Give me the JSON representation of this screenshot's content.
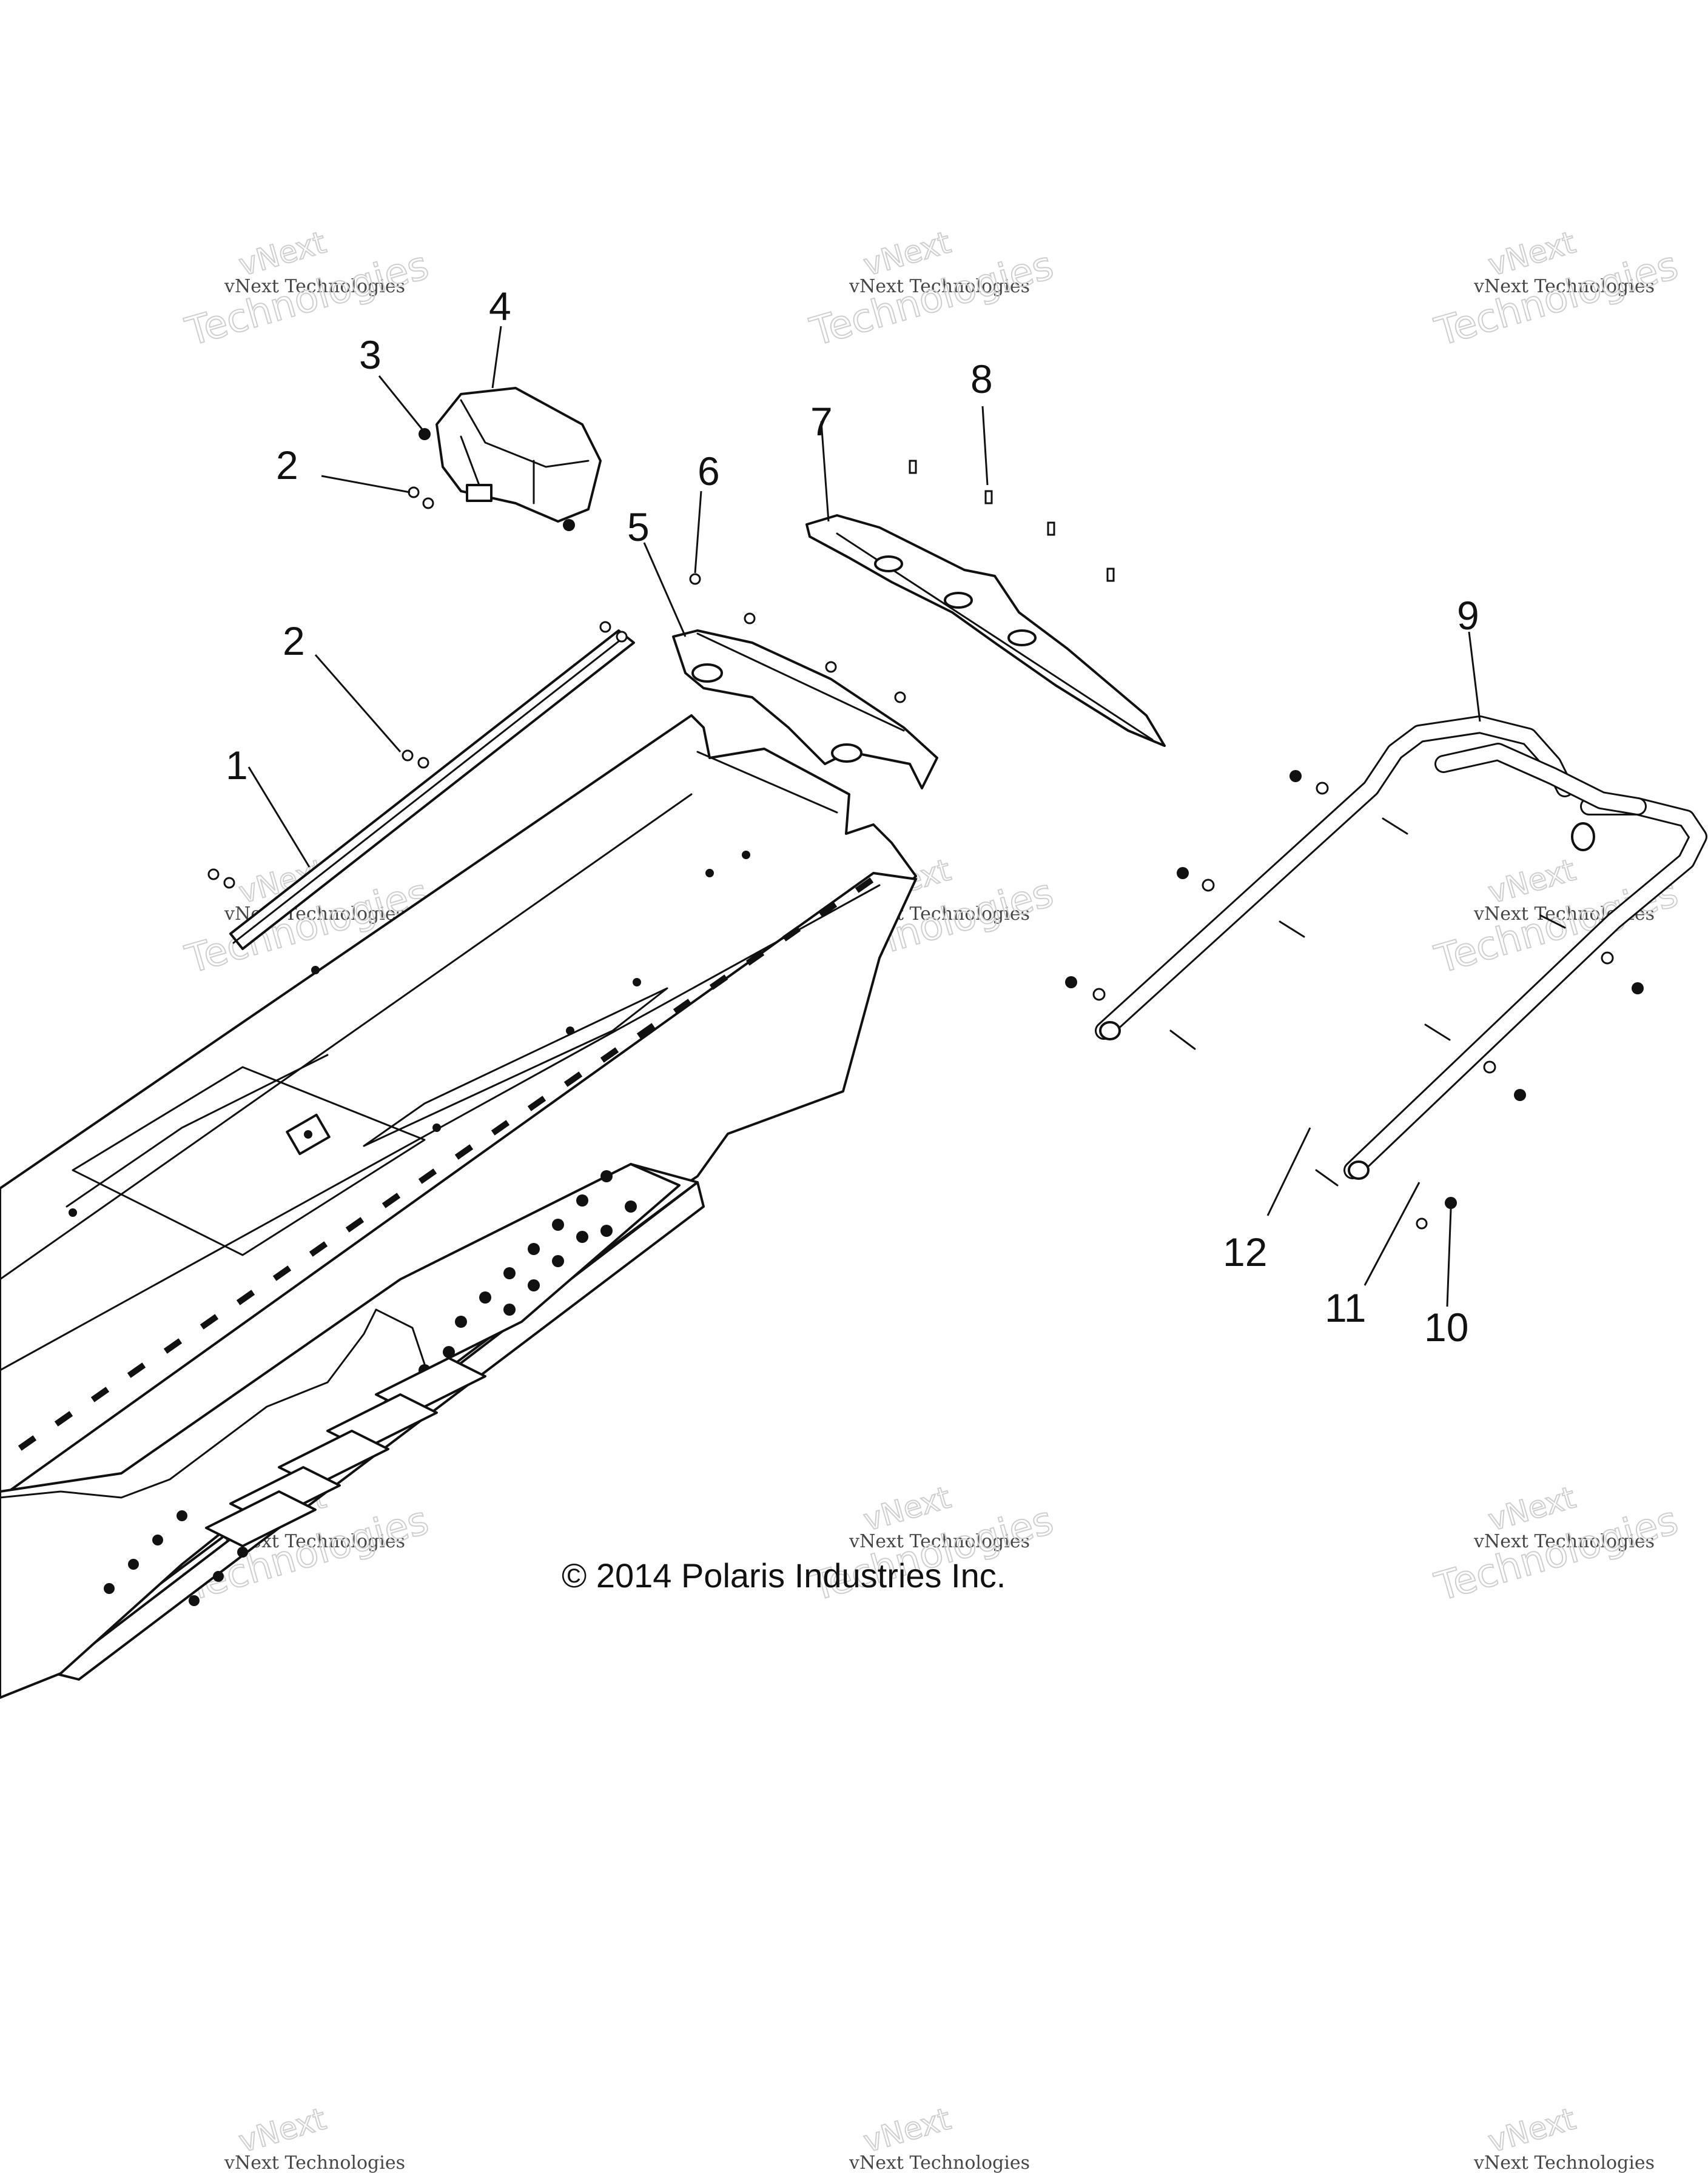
{
  "copyright": "© 2014 Polaris Industries Inc.",
  "watermark": {
    "line1": "vNext Technologies",
    "line2": "Technologies",
    "line3": "vNext"
  },
  "callouts": [
    {
      "id": "1",
      "label": "1"
    },
    {
      "id": "2a",
      "label": "2"
    },
    {
      "id": "2b",
      "label": "2"
    },
    {
      "id": "3",
      "label": "3"
    },
    {
      "id": "4",
      "label": "4"
    },
    {
      "id": "5",
      "label": "5"
    },
    {
      "id": "6",
      "label": "6"
    },
    {
      "id": "7",
      "label": "7"
    },
    {
      "id": "8",
      "label": "8"
    },
    {
      "id": "9",
      "label": "9"
    },
    {
      "id": "10",
      "label": "10"
    },
    {
      "id": "11",
      "label": "11"
    },
    {
      "id": "12",
      "label": "12"
    }
  ]
}
